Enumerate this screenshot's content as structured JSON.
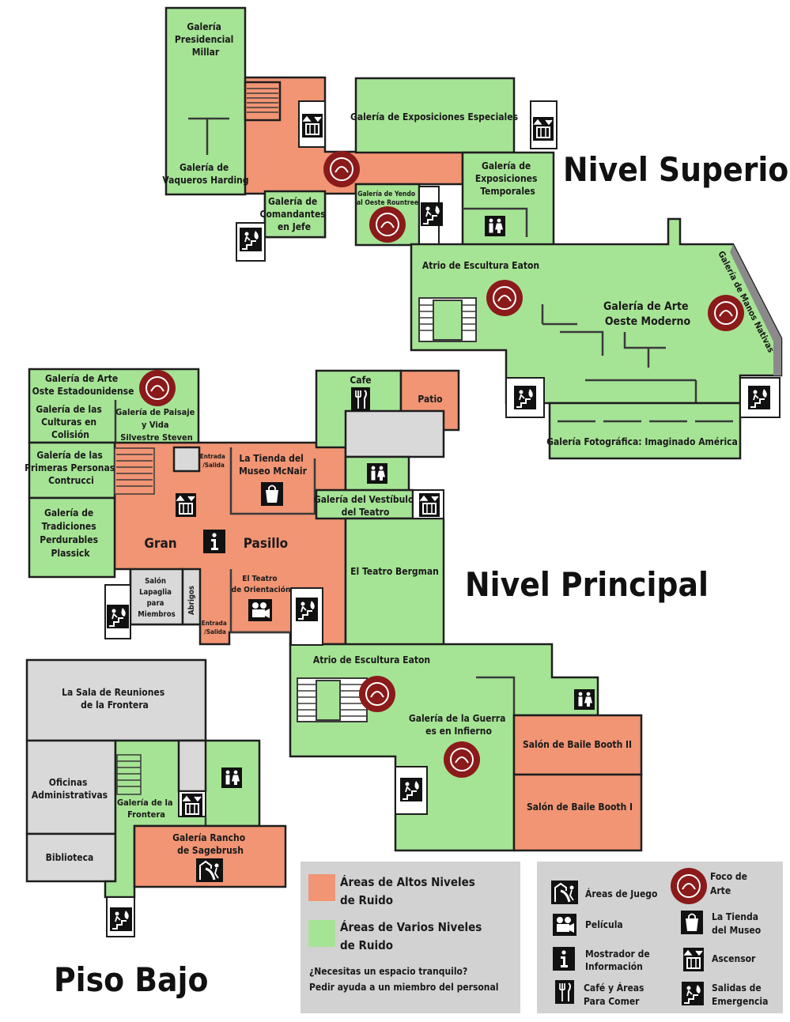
{
  "colors": {
    "high_noise": "#f19574",
    "varied_noise": "#a6e495",
    "art_focus": "#8b1a1a",
    "neutral": "#d9d9d9",
    "legend_bg": "#d2d2d2"
  },
  "levels": {
    "upper": "Nivel Superior",
    "main": "Nivel Principal",
    "lower": "Piso Bajo"
  },
  "upper": {
    "millar": [
      "Galería",
      "Presidencial",
      "Millar"
    ],
    "harding": [
      "Galería de",
      "Vaqueros Harding"
    ],
    "comandantes": [
      "Galería de",
      "Comandantes",
      "en Jefe"
    ],
    "especiales": "Galería de Exposiciones Especiales",
    "temporales": [
      "Galería de",
      "Exposiciones",
      "Temporales"
    ],
    "yendo": [
      "Galería de Yendo",
      "al Oeste Rountree"
    ],
    "atrio": "Atrio de Escultura Eaton",
    "moderno": [
      "Galería de Arte",
      "Oeste Moderno"
    ],
    "manos": "Galería de Manos Nativas",
    "fotografica": "Galería Fotográfica: Imaginado América"
  },
  "main": {
    "oste": [
      "Galería de Arte",
      "Oste Estadounidense"
    ],
    "culturas": [
      "Galería de las",
      "Culturas en",
      "Colisión"
    ],
    "paisaje": [
      "Galería de Paisaje",
      "y Vida",
      "Silvestre Steven"
    ],
    "primeras": [
      "Galería de las",
      "Primeras Personas",
      "Contrucci"
    ],
    "tradiciones": [
      "Galería de",
      "Tradiciones",
      "Perdurables",
      "Plassick"
    ],
    "entrada_top": [
      "Entrada",
      "/Salida"
    ],
    "entrada_bottom": [
      "Entrada",
      "/Salida"
    ],
    "tienda": [
      "La Tienda del",
      "Museo McNair"
    ],
    "cafe": "Cafe",
    "patio": "Patio",
    "vestibulo": [
      "Galería del Vestíbulo",
      "del Teatro"
    ],
    "gran": "Gran",
    "pasillo": "Pasillo",
    "lapaglia": [
      "Salón",
      "Lapaglia",
      "para",
      "Miembros"
    ],
    "abrigos": "Abrigos",
    "orientacion": [
      "El Teatro",
      "de Orientación"
    ],
    "bergman": "El Teatro Bergman",
    "atrio": "Atrio de Escultura Eaton",
    "guerra": [
      "Galería de la Guerra",
      "es en Infierno"
    ],
    "booth2": "Salón de Baile Booth II",
    "booth1": "Salón de Baile Booth I"
  },
  "lower": {
    "reuniones": [
      "La Sala de Reuniones",
      "de la Frontera"
    ],
    "oficinas": [
      "Oficinas",
      "Administrativas"
    ],
    "biblioteca": "Biblioteca",
    "frontera": [
      "Galería de la",
      "Frontera"
    ],
    "sagebrush": [
      "Galería Rancho",
      "de Sagebrush"
    ]
  },
  "legend": {
    "high_noise": [
      "Áreas de Altos Niveles",
      "de Ruido"
    ],
    "varied_noise": [
      "Áreas de Varios Niveles",
      "de Ruido"
    ],
    "quiet_note": [
      "¿Necesitas un espacio tranquilo?",
      "Pedir ayuda a un miembro del personal"
    ],
    "play": "Áreas de Juego",
    "movie": "Película",
    "info": [
      "Mostrador de",
      "Información"
    ],
    "food": [
      "Café y Áreas",
      "Para Comer"
    ],
    "focus": [
      "Foco de",
      "Arte"
    ],
    "shop": [
      "La Tienda",
      "del Museo"
    ],
    "elevator": "Ascensor",
    "exits": [
      "Salidas de",
      "Emergencia"
    ]
  }
}
